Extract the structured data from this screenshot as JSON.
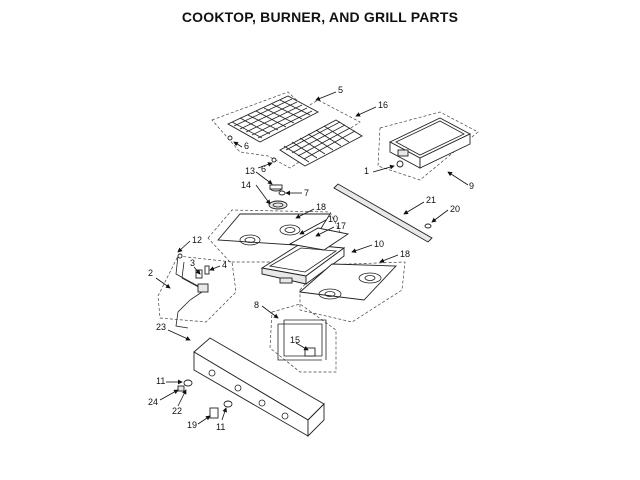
{
  "title": "COOKTOP, BURNER, AND GRILL PARTS",
  "callouts": [
    "5",
    "16",
    "6",
    "6",
    "1",
    "9",
    "13",
    "7",
    "14",
    "18",
    "10",
    "17",
    "21",
    "20",
    "12",
    "10",
    "18",
    "3",
    "4",
    "2",
    "8",
    "15",
    "23",
    "11",
    "24",
    "22",
    "19",
    "11"
  ]
}
